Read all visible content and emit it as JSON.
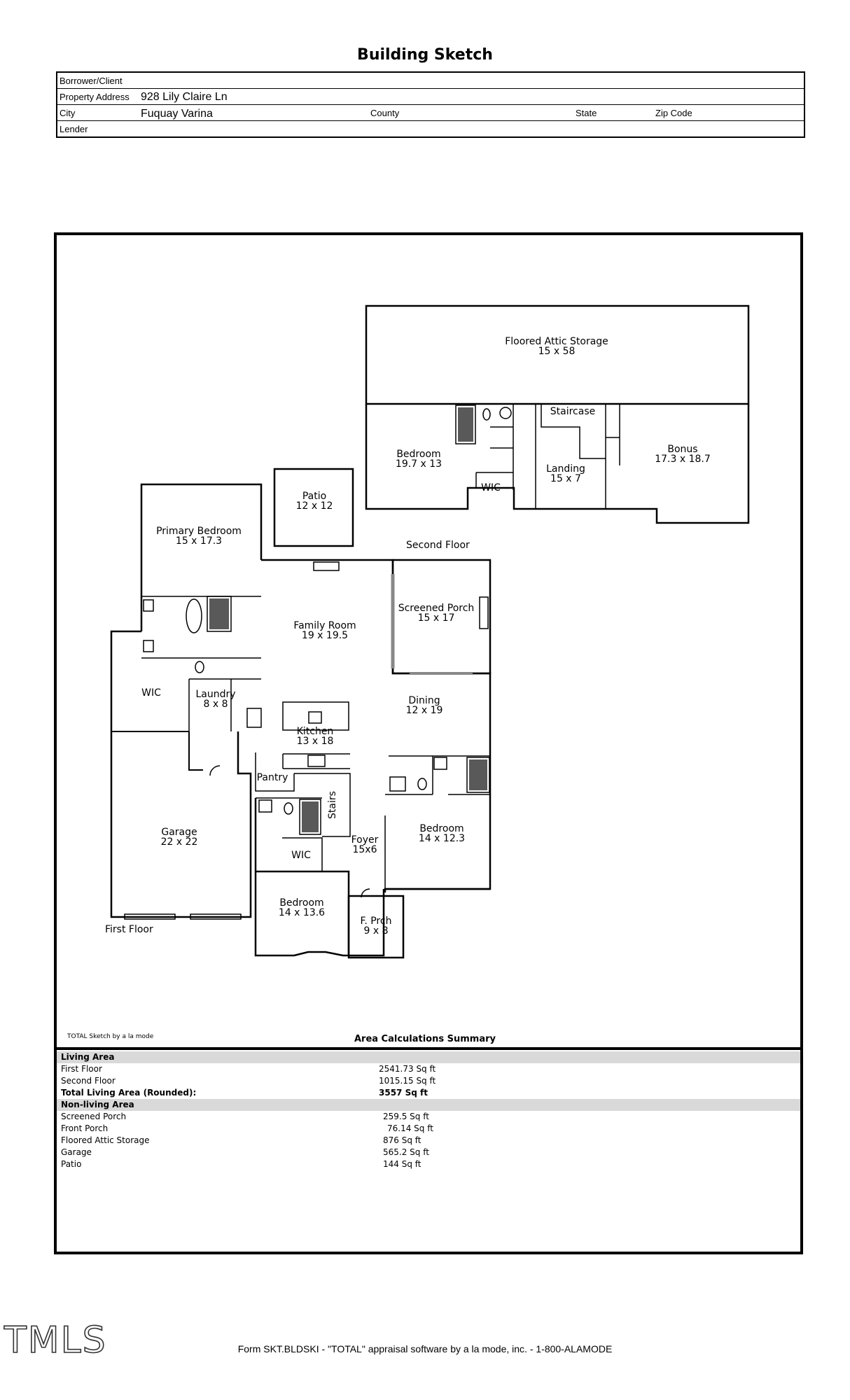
{
  "header": {
    "title": "Building Sketch",
    "borrower_label": "Borrower/Client",
    "borrower_value": "",
    "address_label": "Property Address",
    "address_value": "928 Lily Claire Ln",
    "city_label": "City",
    "city_value": "Fuquay Varina",
    "county_label": "County",
    "state_label": "State",
    "zip_label": "Zip Code",
    "lender_label": "Lender"
  },
  "rooms": {
    "attic": {
      "name": "Floored Attic Storage",
      "dims": "15 x 58"
    },
    "bedroom_up": {
      "name": "Bedroom",
      "dims": "19.7 x 13"
    },
    "staircase": {
      "name": "Staircase"
    },
    "landing": {
      "name": "Landing",
      "dims": "15 x 7"
    },
    "bonus": {
      "name": "Bonus",
      "dims": "17.3 x 18.7"
    },
    "wic_up": {
      "name": "WIC"
    },
    "patio": {
      "name": "Patio",
      "dims": "12 x 12"
    },
    "primary_bedroom": {
      "name": "Primary Bedroom",
      "dims": "15 x 17.3"
    },
    "family_room": {
      "name": "Family Room",
      "dims": "19 x 19.5"
    },
    "screened_porch": {
      "name": "Screened Porch",
      "dims": "15 x 17"
    },
    "wic_primary": {
      "name": "WIC"
    },
    "laundry": {
      "name": "Laundry",
      "dims": "8 x 8"
    },
    "dining": {
      "name": "Dining",
      "dims": "12 x 19"
    },
    "kitchen": {
      "name": "Kitchen",
      "dims": "13 x 18"
    },
    "pantry": {
      "name": "Pantry"
    },
    "stairs": {
      "name": "Stairs"
    },
    "garage": {
      "name": "Garage",
      "dims": "22 x 22"
    },
    "foyer": {
      "name": "Foyer",
      "dims": "15x6"
    },
    "bedroom_right": {
      "name": "Bedroom",
      "dims": "14 x 12.3"
    },
    "wic_lower": {
      "name": "WIC"
    },
    "bedroom_lower": {
      "name": "Bedroom",
      "dims": "14 x 13.6"
    },
    "front_porch": {
      "name": "F. Prch",
      "dims": "9 x 8"
    }
  },
  "floor_labels": {
    "second": "Second Floor",
    "first": "First Floor"
  },
  "summary": {
    "credit": "TOTAL Sketch by a la mode",
    "title": "Area Calculations Summary",
    "living_heading": "Living Area",
    "living": [
      {
        "label": "First Floor",
        "value": "2541.73 Sq ft"
      },
      {
        "label": "Second Floor",
        "value": "1015.15 Sq ft"
      }
    ],
    "total": {
      "label": "Total Living Area (Rounded):",
      "value": "3557 Sq ft"
    },
    "nonliving_heading": "Non-living Area",
    "nonliving": [
      {
        "label": "Screened Porch",
        "value": "259.5 Sq ft"
      },
      {
        "label": "Front Porch",
        "value": "76.14 Sq ft"
      },
      {
        "label": "Floored Attic Storage",
        "value": "876 Sq ft"
      },
      {
        "label": "Garage",
        "value": "565.2 Sq ft"
      },
      {
        "label": "Patio",
        "value": "144 Sq ft"
      }
    ]
  },
  "logo": "TMLS",
  "footer": "Form SKT.BLDSKI - \"TOTAL\" appraisal software by a la mode, inc. - 1-800-ALAMODE"
}
